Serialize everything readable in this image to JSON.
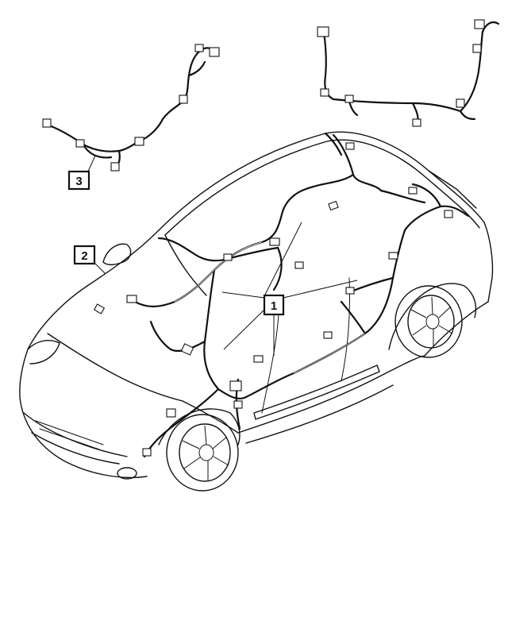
{
  "callouts": [
    {
      "id": "harness-body",
      "label": "1"
    },
    {
      "id": "harness-mirror",
      "label": "2"
    },
    {
      "id": "harness-rear-door",
      "label": "3"
    }
  ],
  "colors": {
    "ink": "#111111",
    "paper": "#ffffff"
  }
}
